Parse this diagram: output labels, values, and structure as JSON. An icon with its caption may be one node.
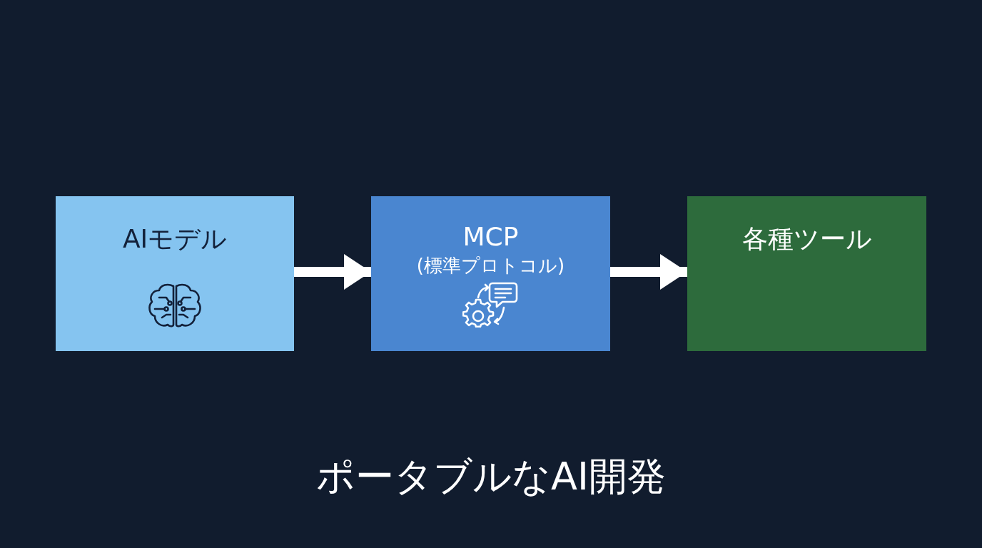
{
  "diagram": {
    "caption": "ポータブルなAI開発",
    "nodes": [
      {
        "text": [
          "AIモデル"
        ]
      },
      {
        "text": [
          "MCP",
          "(標準プロトコル)"
        ]
      },
      {
        "text": [
          "各種ツール"
        ]
      }
    ],
    "edges": [
      {
        "from": 0,
        "to": 1,
        "arrow": "to"
      },
      {
        "from": 1,
        "to": 2,
        "arrow": "to"
      }
    ]
  }
}
